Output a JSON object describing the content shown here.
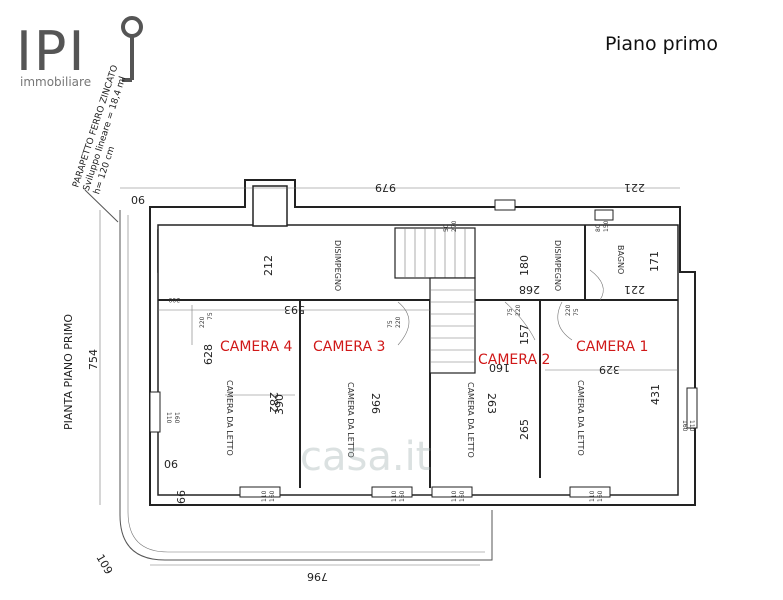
{
  "logo": {
    "letters": "IPI",
    "subtitle": "immobiliare"
  },
  "heading": "Piano primo",
  "watermark": "casa.it",
  "plan_title": "PIANTA PIANO PRIMO",
  "parapet_note": {
    "line1": "PARAPETTO FERRO ZINCATO",
    "line2": "Sviluppo lineare = 18,4 ml",
    "line3": "h= 120 cm"
  },
  "rooms": {
    "camera1": "CAMERA 1",
    "camera2": "CAMERA 2",
    "camera3": "CAMERA 3",
    "camera4": "CAMERA 4",
    "camera_da_letto": "CAMERA DA LETTO",
    "disimpegno": "DISIMPEGNO",
    "bagno": "BAGNO"
  },
  "dimensions": {
    "top_left": "90",
    "top_mid": "979",
    "top_right": "221",
    "left_total": "754",
    "bottom_total": "796",
    "bottom_left": "109",
    "corridor_len": "593",
    "corridor_h": "212",
    "dis2_w": "180",
    "dis2_len": "268",
    "bagno_h": "171",
    "bagno_w": "221",
    "cam4_h": "628",
    "cam4_w": "282",
    "cam4_depth": "390",
    "cam3_w": "296",
    "cam2_w": "263",
    "cam2_top": "160",
    "cam2_dim": "157",
    "cam2_depth": "265",
    "cam1_w": "329",
    "cam1_depth": "431",
    "left_90": "90",
    "left_66": "66"
  },
  "small_labels": {
    "win_a": "110",
    "win_b": "160",
    "w_75": "75",
    "w_220": "220",
    "w_270": "270",
    "w_50": "50",
    "w_80": "80",
    "w_150": "150",
    "w_200": "200"
  }
}
